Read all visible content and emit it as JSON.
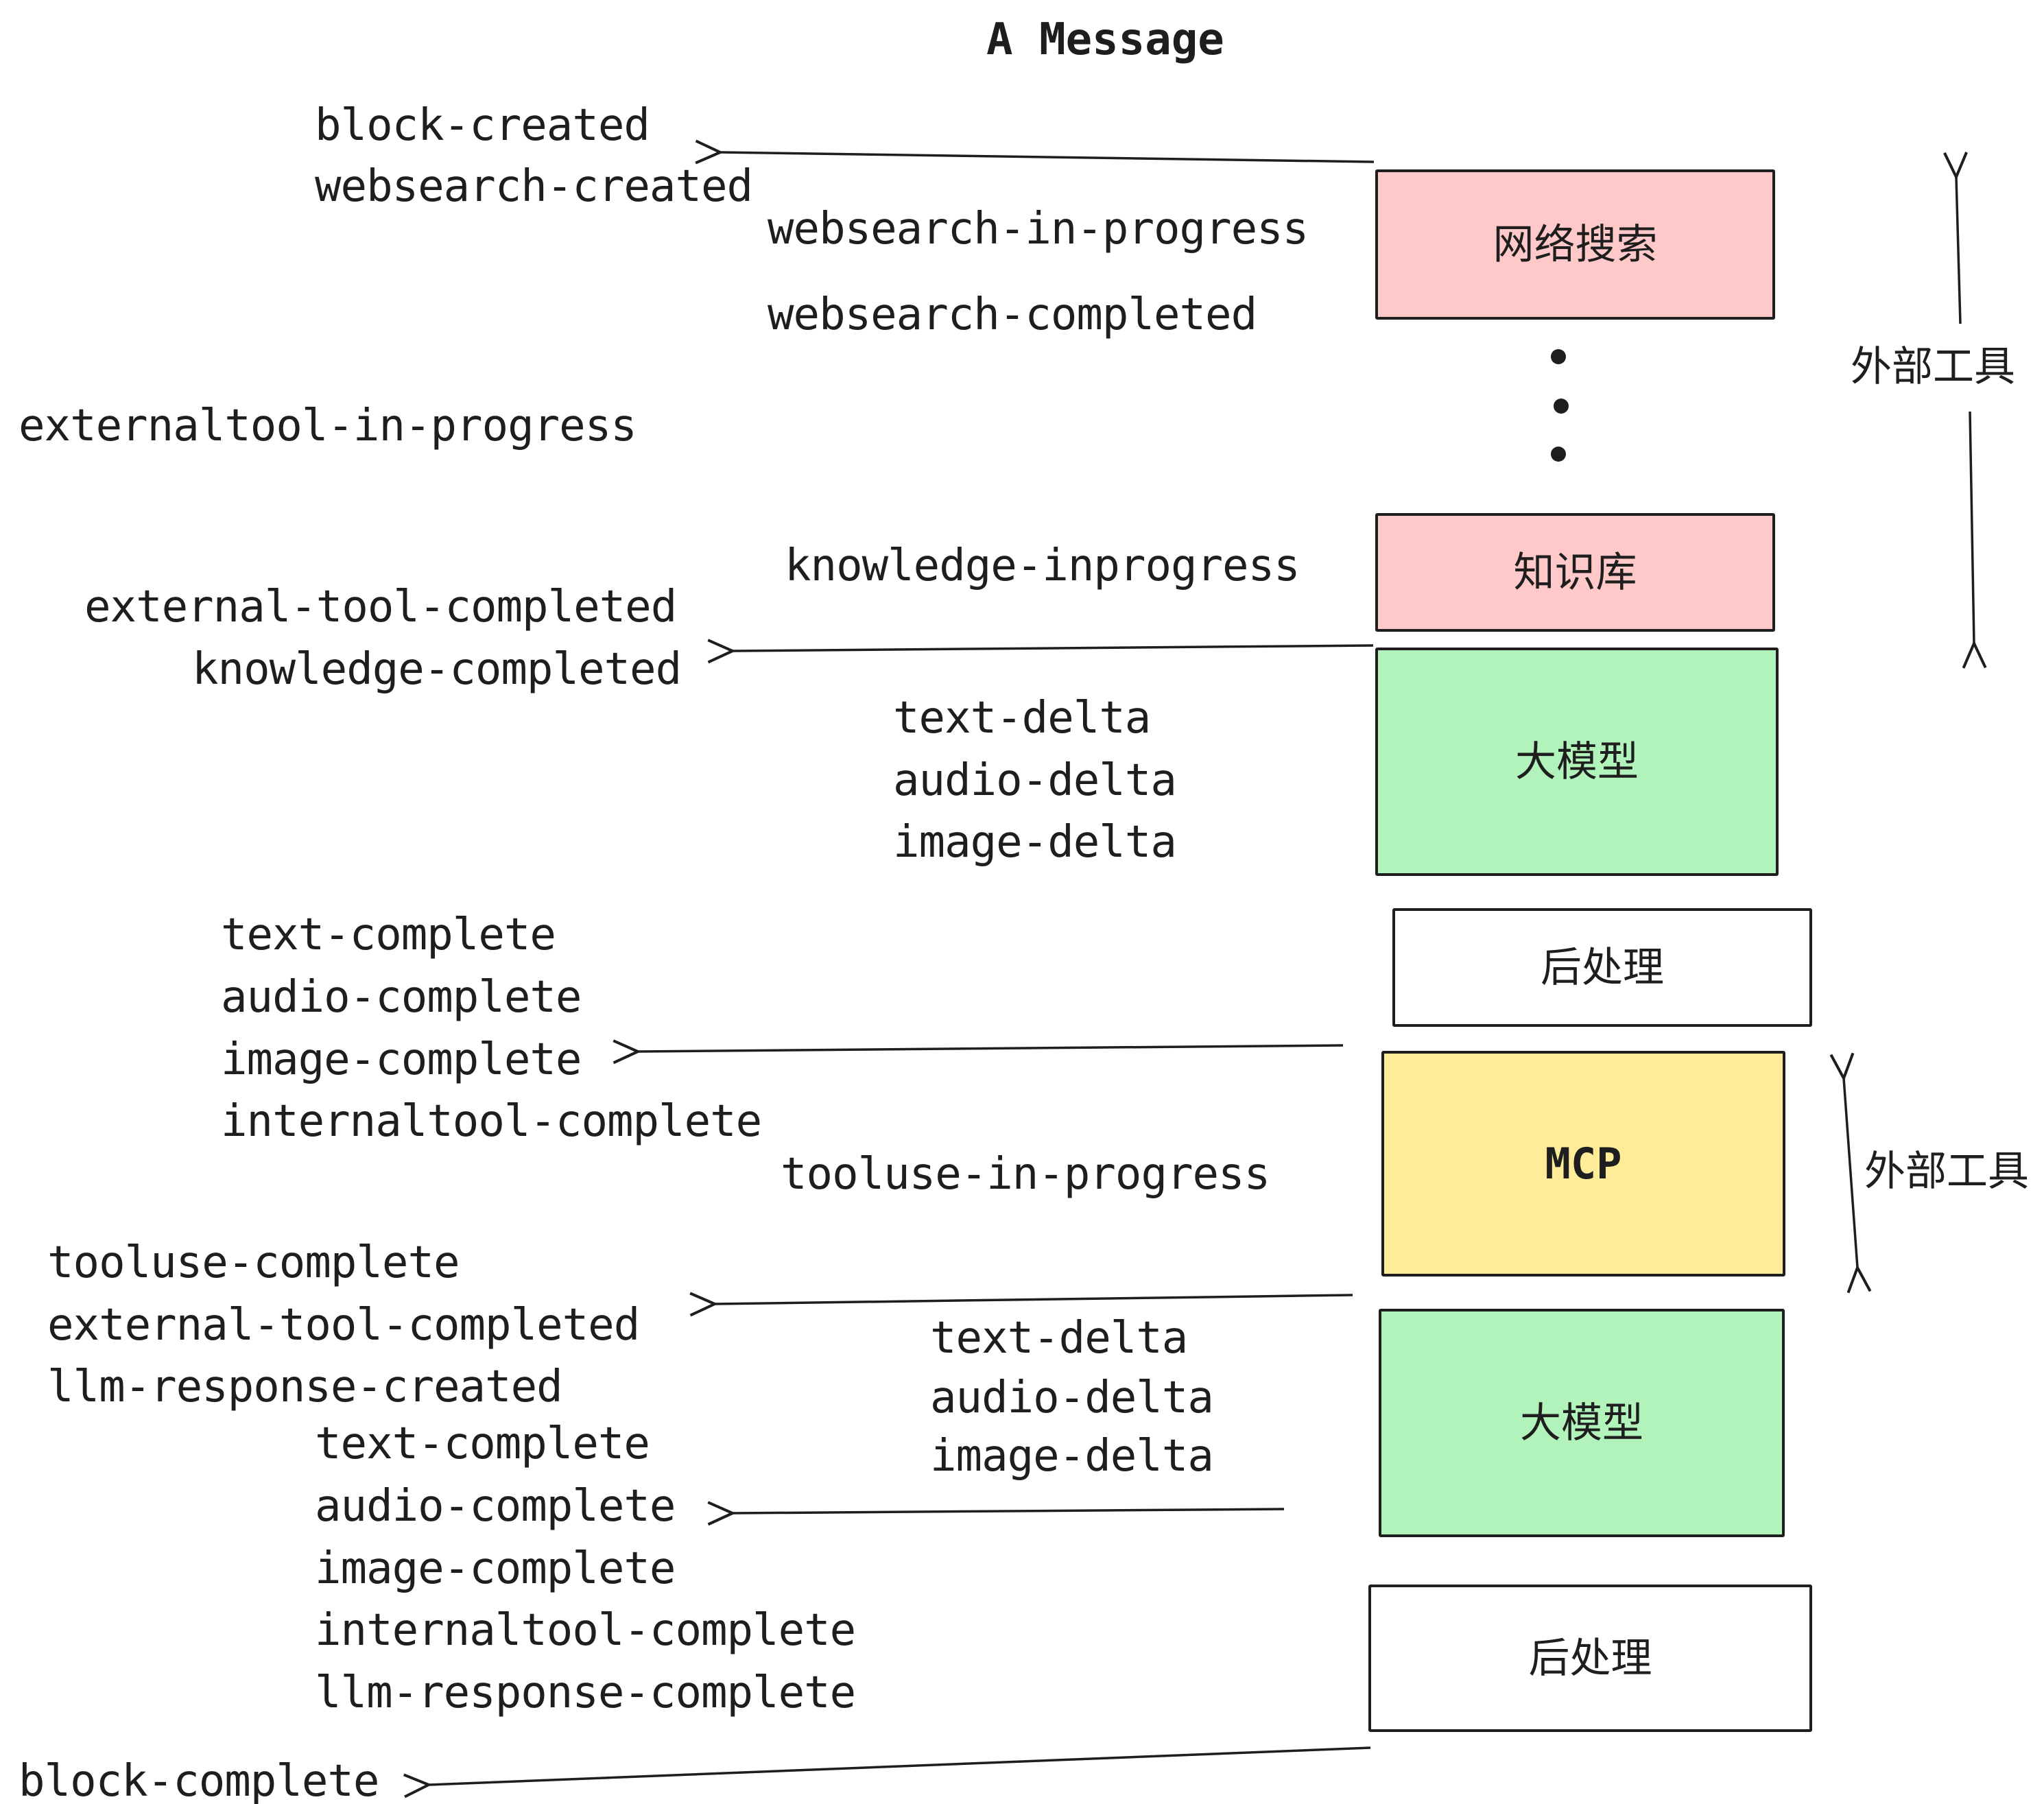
{
  "title": "A Message",
  "colors": {
    "ink": "#1e1e1e",
    "box_pink": "#ffc9c9",
    "box_green": "#b2f2bb",
    "box_yellow": "#ffec99",
    "box_white": "#ffffff"
  },
  "boxes": [
    {
      "label": "网络搜索",
      "color": "#ffc9c9"
    },
    {
      "label": "知识库",
      "color": "#ffc9c9"
    },
    {
      "label": "大模型",
      "color": "#b2f2bb"
    },
    {
      "label": "后处理",
      "color": "#ffffff"
    },
    {
      "label": "MCP",
      "color": "#ffec99"
    },
    {
      "label": "大模型",
      "color": "#b2f2bb"
    },
    {
      "label": "后处理",
      "color": "#ffffff"
    }
  ],
  "events": [
    {
      "text": "block-created"
    },
    {
      "text": "websearch-created"
    },
    {
      "text": "websearch-in-progress"
    },
    {
      "text": "websearch-completed"
    },
    {
      "text": "externaltool-in-progress"
    },
    {
      "text": "knowledge-inprogress"
    },
    {
      "text": "external-tool-completed"
    },
    {
      "text": "knowledge-completed"
    },
    {
      "text": "text-delta"
    },
    {
      "text": "audio-delta"
    },
    {
      "text": "image-delta"
    },
    {
      "text": "text-complete"
    },
    {
      "text": "audio-complete"
    },
    {
      "text": "image-complete"
    },
    {
      "text": "internaltool-complete"
    },
    {
      "text": "tooluse-in-progress"
    },
    {
      "text": "tooluse-complete"
    },
    {
      "text": "external-tool-completed"
    },
    {
      "text": "llm-response-created"
    },
    {
      "text": "text-delta"
    },
    {
      "text": "audio-delta"
    },
    {
      "text": "image-delta"
    },
    {
      "text": "text-complete"
    },
    {
      "text": "audio-complete"
    },
    {
      "text": "image-complete"
    },
    {
      "text": "internaltool-complete"
    },
    {
      "text": "llm-response-complete"
    },
    {
      "text": "block-complete"
    }
  ],
  "side_labels": [
    {
      "text": "外部工具"
    },
    {
      "text": "外部工具"
    }
  ]
}
